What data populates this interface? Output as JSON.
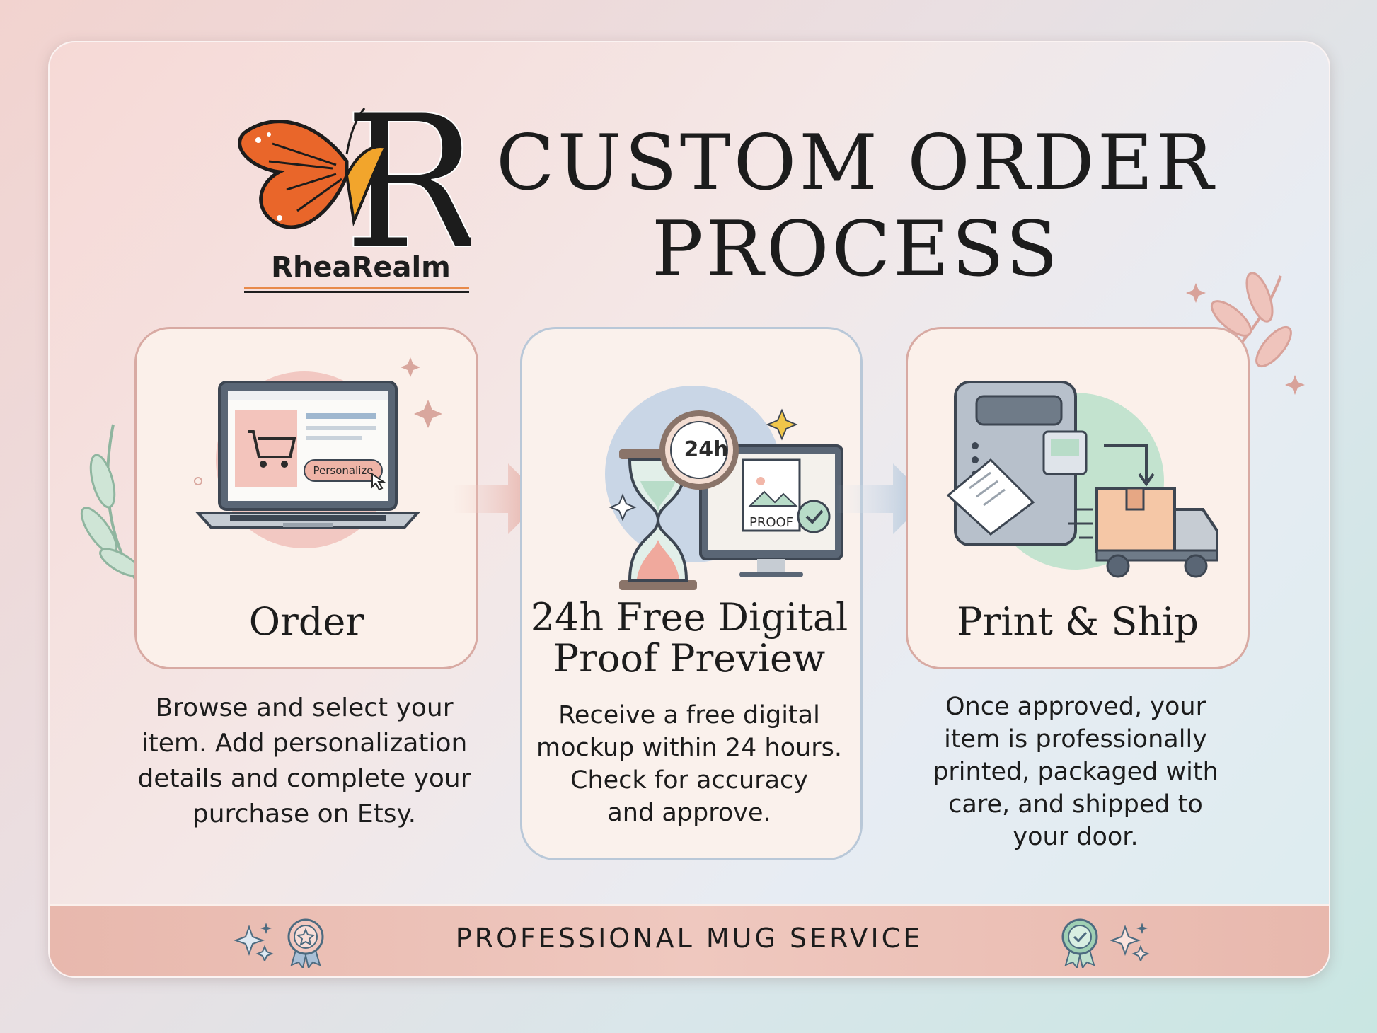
{
  "brand": {
    "name": "RheaRealm"
  },
  "title": {
    "line1": "CUSTOM ORDER",
    "line2": "PROCESS"
  },
  "steps": [
    {
      "title": "Order",
      "description": [
        "Browse and select your",
        "item. Add personalization",
        "details and complete your",
        "purchase on Etsy."
      ],
      "icon": "laptop-cart-icon",
      "button_label": "Personalize"
    },
    {
      "title": [
        "24h Free Digital",
        "Proof Preview"
      ],
      "description": [
        "Receive a free digital",
        "mockup within 24 hours.",
        "Check for accuracy",
        "and approve."
      ],
      "icon": "hourglass-monitor-icon",
      "badge": "24h",
      "proof_label": "PROOF"
    },
    {
      "title": "Print & Ship",
      "description": [
        "Once approved, your",
        "item is professionally",
        "printed, packaged with",
        "care, and shipped to",
        "your door."
      ],
      "icon": "printer-truck-icon"
    }
  ],
  "footer": {
    "text": "PROFESSIONAL MUG SERVICE"
  },
  "colors": {
    "accent_pink": "#e7a9a0",
    "accent_blue": "#a9bfd6",
    "accent_green": "#b5dcc7",
    "brand_orange": "#e88a4a"
  }
}
